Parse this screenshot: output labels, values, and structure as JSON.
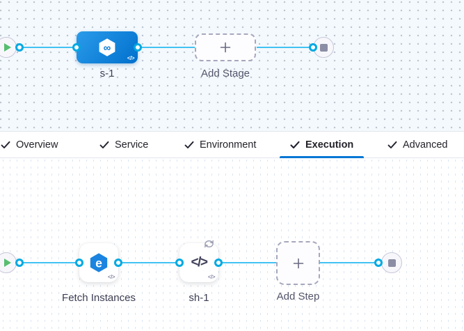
{
  "stage_graph": {
    "start_icon": "play-icon",
    "end_icon": "stop-icon",
    "nodes": [
      {
        "label": "s-1",
        "type": "deploy-stage",
        "icon": "harness-cd-hexagon-infinity-icon",
        "badge_icon": "code-icon"
      }
    ],
    "add_button": {
      "label": "Add Stage",
      "icon": "plus-icon"
    }
  },
  "tab_bar": {
    "tabs": [
      {
        "label": "Overview",
        "icon": "check-icon",
        "active": false
      },
      {
        "label": "Service",
        "icon": "check-icon",
        "active": false
      },
      {
        "label": "Environment",
        "icon": "check-icon",
        "active": false
      },
      {
        "label": "Execution",
        "icon": "check-icon",
        "active": true
      },
      {
        "label": "Advanced",
        "icon": "check-icon",
        "active": false
      }
    ]
  },
  "execution_graph": {
    "start_icon": "play-icon",
    "end_icon": "stop-icon",
    "steps": [
      {
        "label": "Fetch Instances",
        "icon": "elastigroup-hexagon-icon",
        "badge_icon": "code-icon"
      },
      {
        "label": "sh-1",
        "icon": "shell-script-code-icon",
        "badge_icon": "code-icon",
        "looping_icon": "loop-icon"
      }
    ],
    "add_button": {
      "label": "Add Step",
      "icon": "plus-icon"
    }
  },
  "glyphs": {
    "code": "</>",
    "infinity": "∞",
    "elastigroup_e": "e"
  },
  "colors": {
    "accent_blue": "#0278d5",
    "connector_line": "#41c2f2",
    "port_ring": "#00a9e2",
    "stage_node_gradient_start": "#2a9bea",
    "stage_node_gradient_end": "#0170cd",
    "canvas_top_bg": "#f4f9fd",
    "canvas_bottom_bg": "#ffffff",
    "terminal_fill": "#f7f7fb",
    "terminal_border": "#c6c7d9",
    "play_green": "#57be70",
    "stop_gray": "#8b8da5",
    "dashed_border": "#a6a7bc",
    "label_dark": "#3c3d52",
    "label_muted": "#53546a",
    "tab_text": "#22222a"
  }
}
